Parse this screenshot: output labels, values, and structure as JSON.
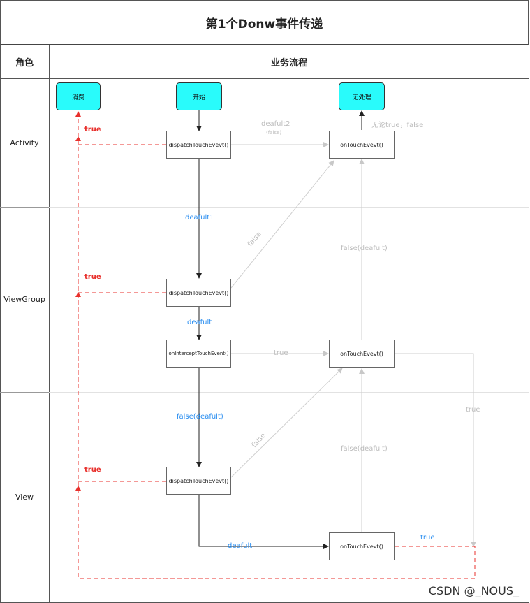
{
  "title": "第1个Donw事件传递",
  "headers": {
    "role": "角色",
    "flow": "业务流程"
  },
  "roles": {
    "activity": "Activity",
    "viewgroup": "ViewGroup",
    "view": "View"
  },
  "terminals": {
    "consume": "消费",
    "start": "开始",
    "unhandled": "无处理"
  },
  "nodes": {
    "act_dispatch": "dispatchTouchEvevt()",
    "act_ontouch": "onTouchEvevt()",
    "vg_dispatch": "dispatchTouchEvevt()",
    "vg_intercept": "onInterceptTouchEvent()",
    "vg_ontouch": "onTouchEvevt()",
    "v_dispatch": "dispatchTouchEvevt()",
    "v_ontouch": "onTouchEvevt()"
  },
  "labels": {
    "deafult2": "deafult2",
    "false_small": "(false)",
    "any_true_false": "无论true，false",
    "true_act": "true",
    "deafult1": "deafult1",
    "false_vg_diag": "false",
    "false_deafult_upper": "false(deafult)",
    "true_vg": "true",
    "deafult_vg": "deafult",
    "true_intercept": "true",
    "true_right": "true",
    "false_deafult_mid": "false(deafult)",
    "false_v_diag": "false",
    "false_deafult_lower": "false(deafult)",
    "true_v": "true",
    "deafult_v": "deafult",
    "true_bottom": "true"
  },
  "watermark": "CSDN @_NOUS_",
  "colors": {
    "terminal": "#29fbfb",
    "consume_path": "#e8302c",
    "default_path": "#2a8ef0",
    "ignored_path": "#bdbdbd"
  }
}
